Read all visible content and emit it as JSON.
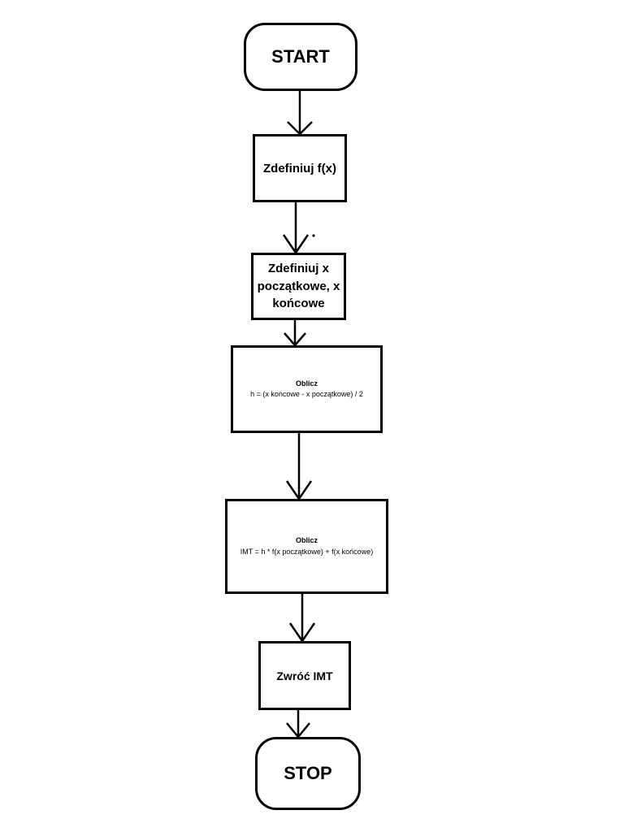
{
  "flowchart": {
    "start": {
      "label": "START"
    },
    "define_f": {
      "label": "Zdefiniuj f(x)"
    },
    "define_x": {
      "line1": "Zdefiniuj x",
      "line2": "początkowe, x",
      "line3": "końcowe"
    },
    "compute_h": {
      "title": "Oblicz",
      "formula": "h = (x końcowe - x początkowe) / 2"
    },
    "compute_imt": {
      "title": "Oblicz",
      "formula": "IMT = h * f(x początkowe) + f(x końcowe)"
    },
    "return_imt": {
      "label": "Zwróć IMT"
    },
    "stop": {
      "label": "STOP"
    }
  }
}
